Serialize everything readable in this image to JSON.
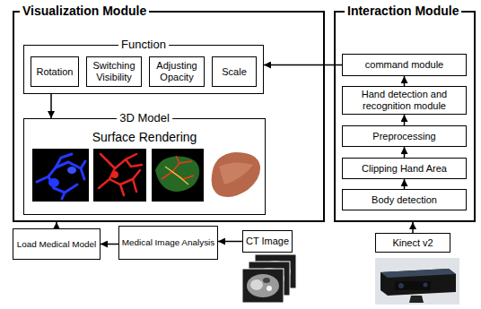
{
  "diagram": {
    "nodes": [
      {
        "text": [
          "Visualization Module"
        ]
      },
      {
        "text": [
          "Function"
        ],
        "in": 0
      },
      {
        "text": [
          "Rotation"
        ],
        "in": 1
      },
      {
        "text": [
          "Switching Visibility"
        ],
        "in": 1
      },
      {
        "text": [
          "Adjusting Opacity"
        ],
        "in": 1
      },
      {
        "text": [
          "Scale"
        ],
        "in": 1
      },
      {
        "text": [
          "3D Model",
          "Surface Rendering"
        ],
        "in": 0
      },
      {
        "text": [
          "Interaction Module"
        ]
      },
      {
        "text": [
          "command module"
        ],
        "in": 7
      },
      {
        "text": [
          "Hand detection and recognition module"
        ],
        "in": 7
      },
      {
        "text": [
          "Preprocessing"
        ],
        "in": 7
      },
      {
        "text": [
          "Clipping Hand Area"
        ],
        "in": 7
      },
      {
        "text": [
          "Body detection"
        ],
        "in": 7
      },
      {
        "text": [
          "Load Medical Model"
        ]
      },
      {
        "text": [
          "Medical Image Analysis"
        ]
      },
      {
        "text": [
          "CT Image"
        ]
      },
      {
        "text": [
          "Kinect v2"
        ]
      }
    ],
    "edges": [
      {
        "from": 8,
        "to": 1,
        "arrow": "to"
      },
      {
        "from": 1,
        "to": 6,
        "arrow": "to"
      },
      {
        "from": 9,
        "to": 8,
        "arrow": "to"
      },
      {
        "from": 10,
        "to": 9,
        "arrow": "to"
      },
      {
        "from": 11,
        "to": 10,
        "arrow": "to"
      },
      {
        "from": 12,
        "to": 11,
        "arrow": "to"
      },
      {
        "from": 16,
        "to": 7,
        "arrow": "to"
      },
      {
        "from": 15,
        "to": 14,
        "arrow": "to"
      },
      {
        "from": 14,
        "to": 13,
        "arrow": "to"
      },
      {
        "from": 13,
        "to": 0,
        "arrow": "to"
      }
    ]
  }
}
